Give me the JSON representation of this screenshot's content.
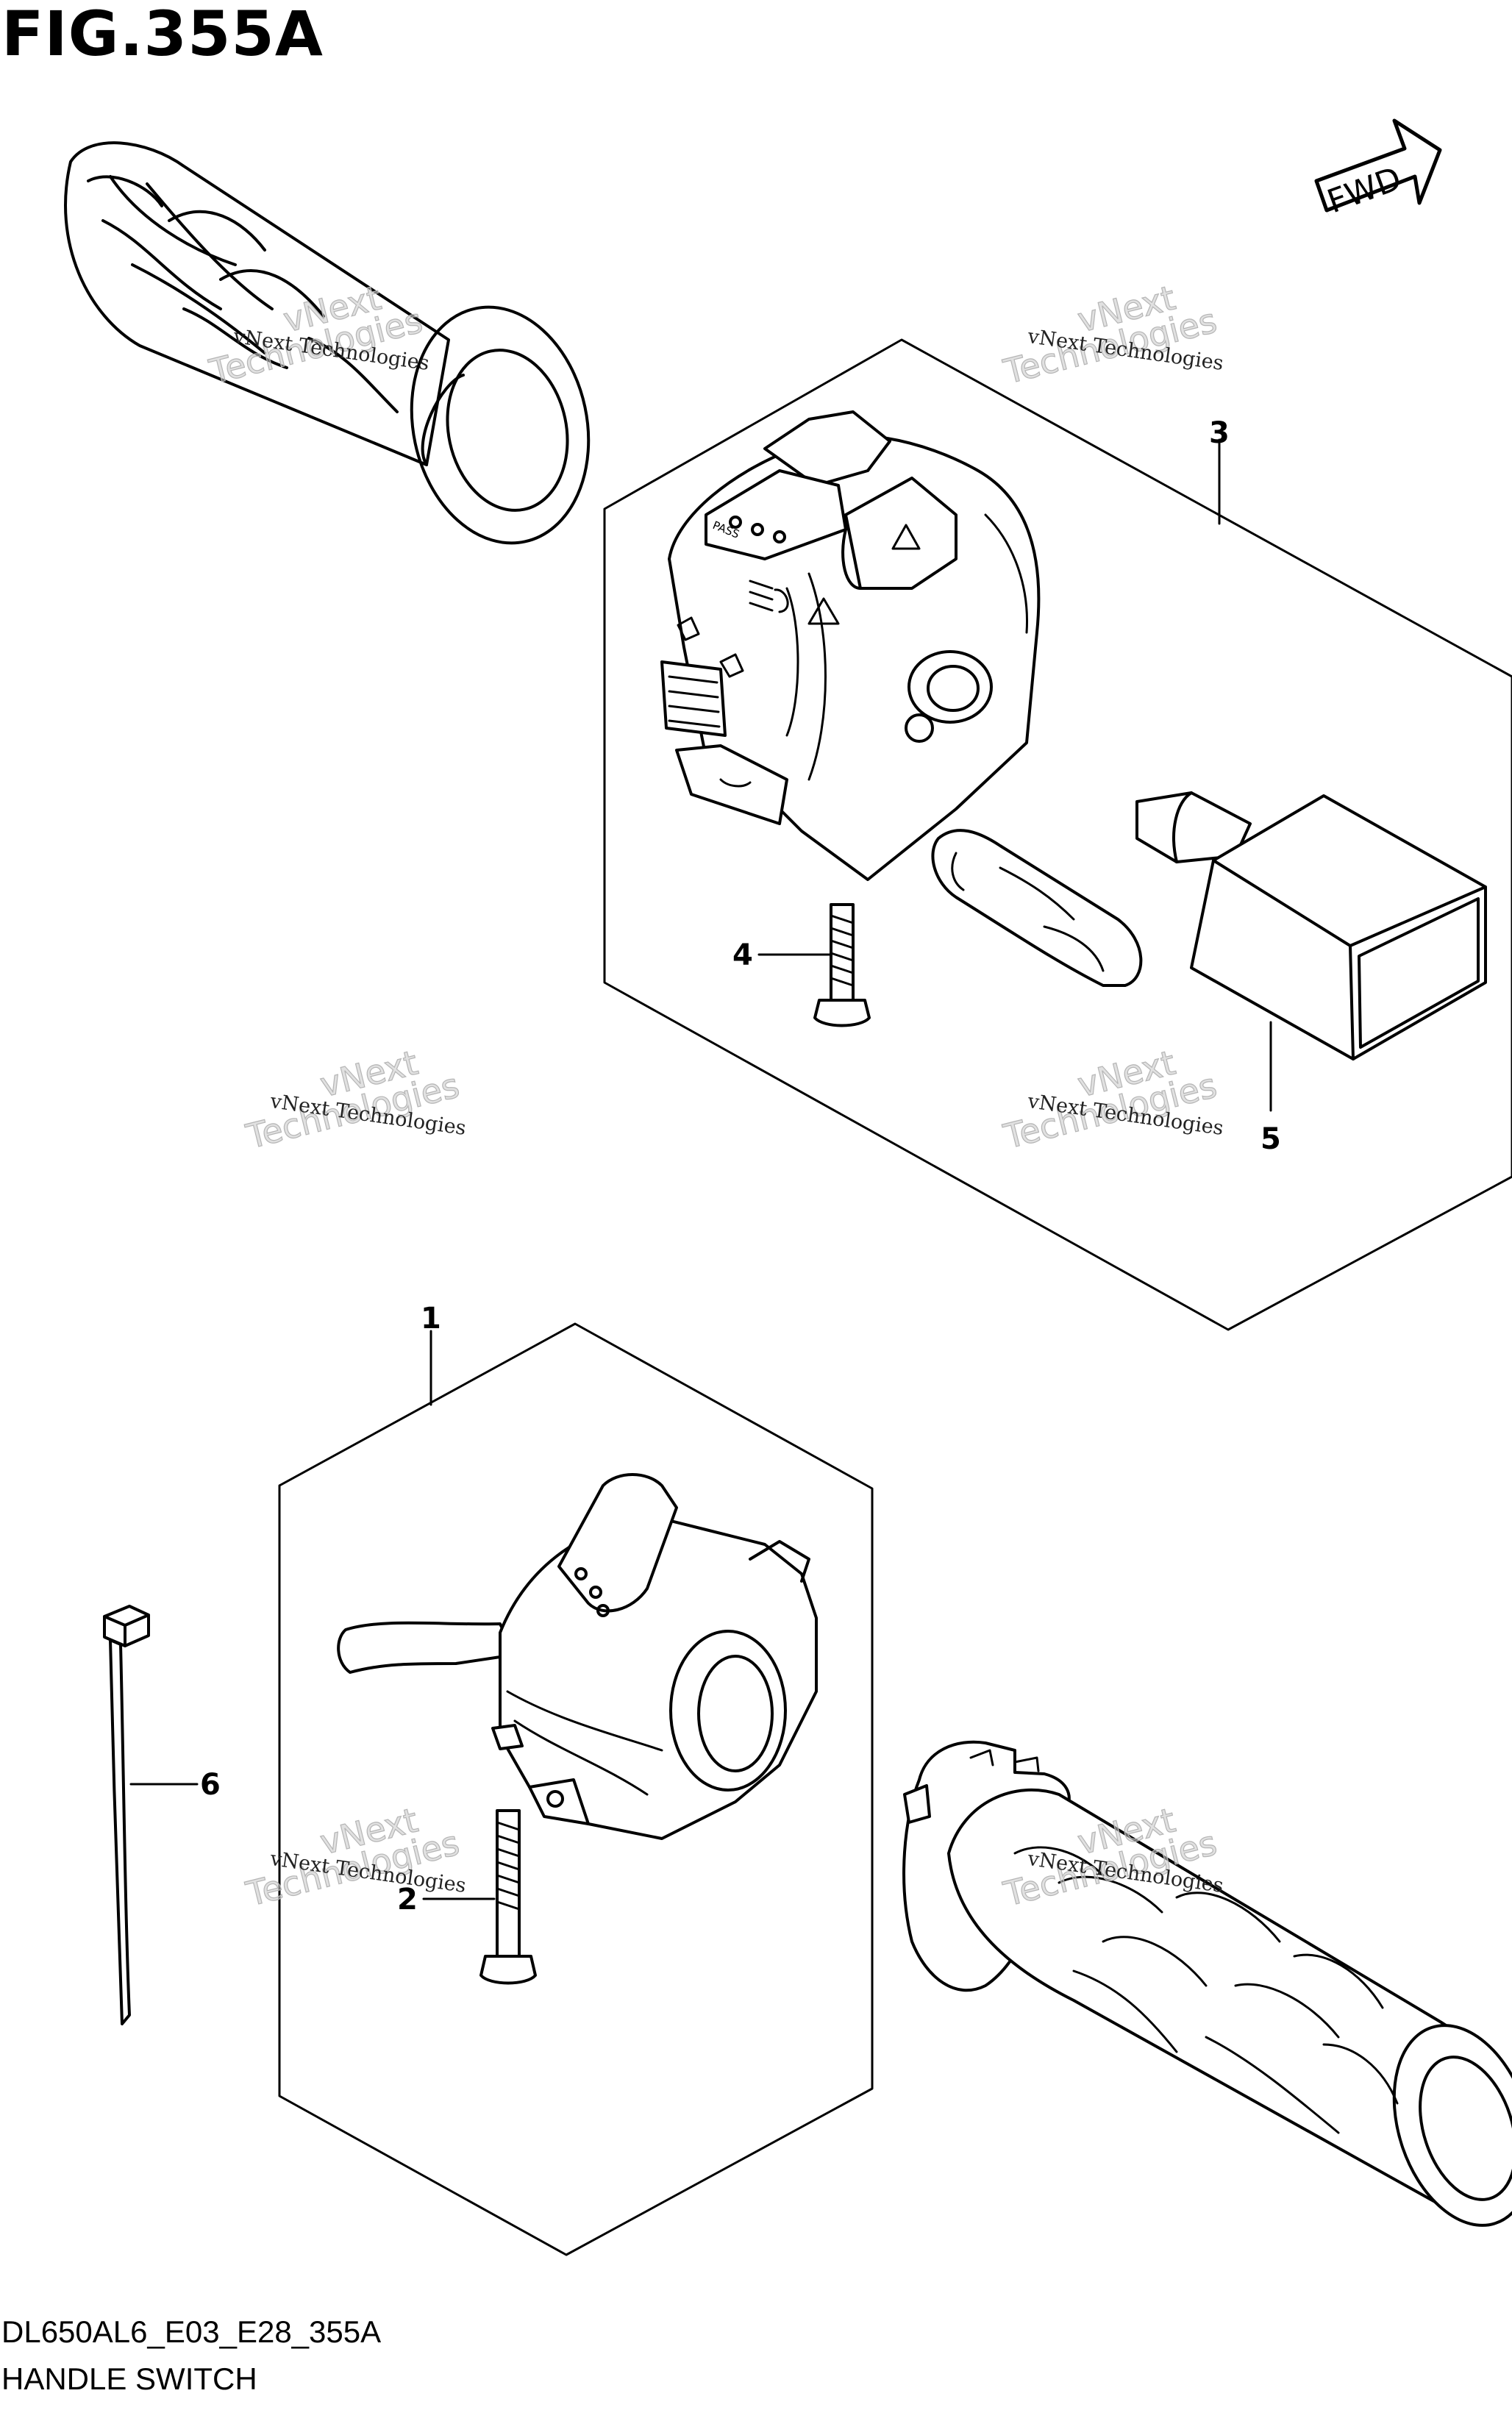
{
  "figure": {
    "title": "FIG.355A",
    "code": "DL650AL6_E03_E28_355A",
    "name": "HANDLE SWITCH"
  },
  "direction_arrow": {
    "label": "FWD"
  },
  "callouts": [
    "1",
    "2",
    "3",
    "4",
    "5",
    "6"
  ],
  "switch_markings": {
    "pass": "PASS"
  },
  "watermark": {
    "line1": "vNext Technologies",
    "line2": "vNext",
    "line3": "Technologies"
  }
}
